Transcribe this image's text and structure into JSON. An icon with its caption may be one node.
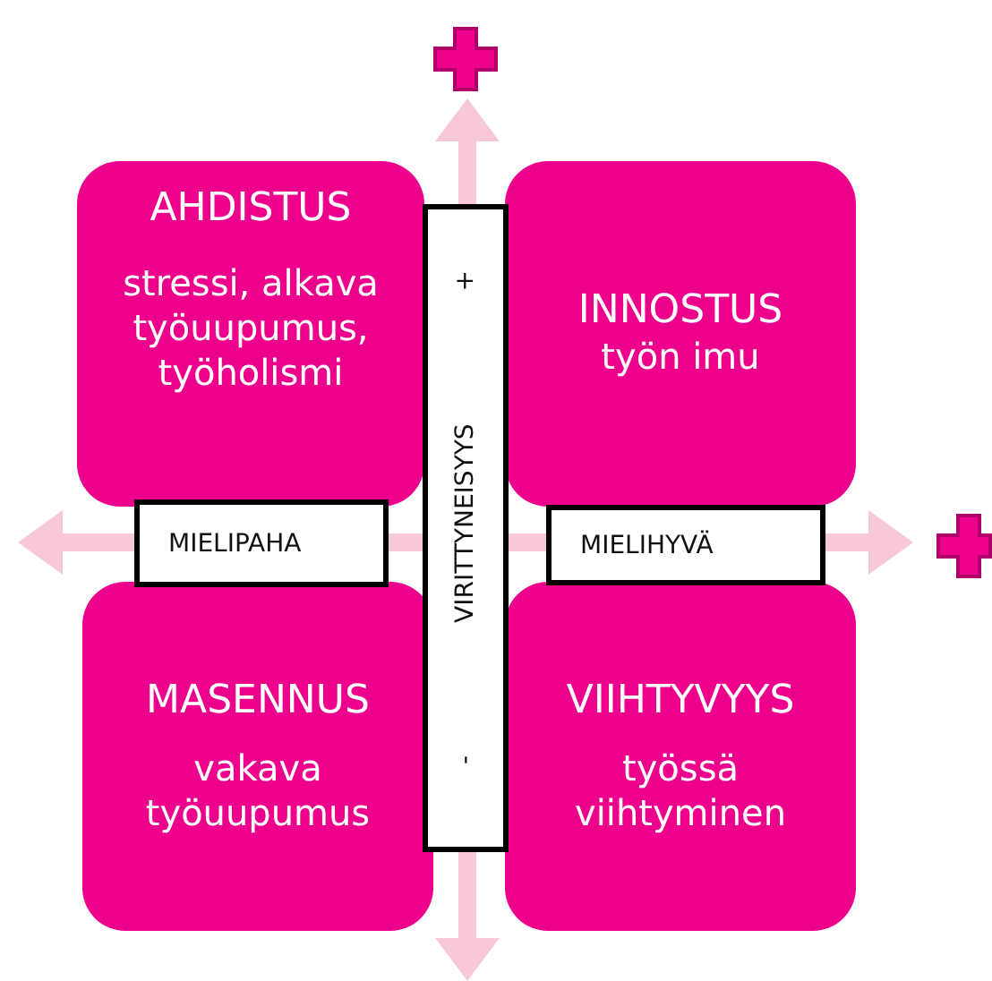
{
  "diagram": {
    "nodes": [
      {
        "text": [
          "AHDISTUS",
          "stressi, alkava työuupumus, työholismi"
        ]
      },
      {
        "text": [
          "INNOSTUS",
          "työn imu"
        ]
      },
      {
        "text": [
          "MASENNUS",
          "vakava työuupumus"
        ]
      },
      {
        "text": [
          "VIIHTYVYYS",
          "työssä viihtyminen"
        ]
      },
      {
        "text": [
          "-",
          "VIRITTYNEISYYS",
          "+"
        ]
      },
      {
        "text": [
          "MIELIPAHA"
        ]
      },
      {
        "text": [
          "MIELIHYVÄ"
        ]
      }
    ]
  }
}
